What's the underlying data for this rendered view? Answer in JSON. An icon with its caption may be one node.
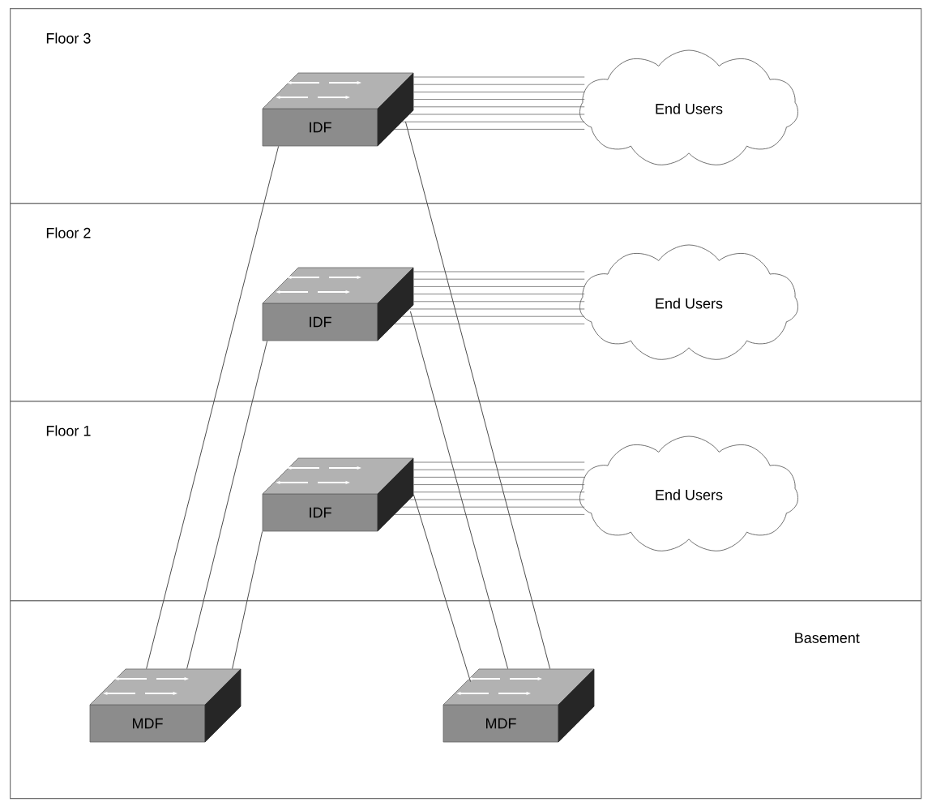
{
  "diagram": {
    "nodes": [
      {
        "text": [
          "Floor 3"
        ]
      },
      {
        "text": [
          "IDF"
        ],
        "in": 0
      },
      {
        "text": [
          "End Users"
        ],
        "in": 0
      },
      {
        "text": [
          "Floor 2"
        ]
      },
      {
        "text": [
          "IDF"
        ],
        "in": 3
      },
      {
        "text": [
          "End Users"
        ],
        "in": 3
      },
      {
        "text": [
          "Floor 1"
        ]
      },
      {
        "text": [
          "IDF"
        ],
        "in": 6
      },
      {
        "text": [
          "End Users"
        ],
        "in": 6
      },
      {
        "text": [
          "Basement"
        ]
      },
      {
        "text": [
          "MDF"
        ],
        "in": 9
      },
      {
        "text": [
          "MDF"
        ],
        "in": 9
      }
    ],
    "edges": [
      {
        "from": 1,
        "to": 2,
        "arrow": "none"
      },
      {
        "from": 1,
        "to": 2,
        "arrow": "none"
      },
      {
        "from": 1,
        "to": 2,
        "arrow": "none"
      },
      {
        "from": 1,
        "to": 2,
        "arrow": "none"
      },
      {
        "from": 1,
        "to": 2,
        "arrow": "none"
      },
      {
        "from": 1,
        "to": 2,
        "arrow": "none"
      },
      {
        "from": 1,
        "to": 2,
        "arrow": "none"
      },
      {
        "from": 1,
        "to": 2,
        "arrow": "none"
      },
      {
        "from": 4,
        "to": 5,
        "arrow": "none"
      },
      {
        "from": 4,
        "to": 5,
        "arrow": "none"
      },
      {
        "from": 4,
        "to": 5,
        "arrow": "none"
      },
      {
        "from": 4,
        "to": 5,
        "arrow": "none"
      },
      {
        "from": 4,
        "to": 5,
        "arrow": "none"
      },
      {
        "from": 4,
        "to": 5,
        "arrow": "none"
      },
      {
        "from": 4,
        "to": 5,
        "arrow": "none"
      },
      {
        "from": 4,
        "to": 5,
        "arrow": "none"
      },
      {
        "from": 7,
        "to": 8,
        "arrow": "none"
      },
      {
        "from": 7,
        "to": 8,
        "arrow": "none"
      },
      {
        "from": 7,
        "to": 8,
        "arrow": "none"
      },
      {
        "from": 7,
        "to": 8,
        "arrow": "none"
      },
      {
        "from": 7,
        "to": 8,
        "arrow": "none"
      },
      {
        "from": 7,
        "to": 8,
        "arrow": "none"
      },
      {
        "from": 7,
        "to": 8,
        "arrow": "none"
      },
      {
        "from": 7,
        "to": 8,
        "arrow": "none"
      },
      {
        "from": 1,
        "to": 10,
        "arrow": "none"
      },
      {
        "from": 4,
        "to": 10,
        "arrow": "none"
      },
      {
        "from": 7,
        "to": 10,
        "arrow": "none"
      },
      {
        "from": 1,
        "to": 11,
        "arrow": "none"
      },
      {
        "from": 4,
        "to": 11,
        "arrow": "none"
      },
      {
        "from": 7,
        "to": 11,
        "arrow": "none"
      }
    ]
  }
}
